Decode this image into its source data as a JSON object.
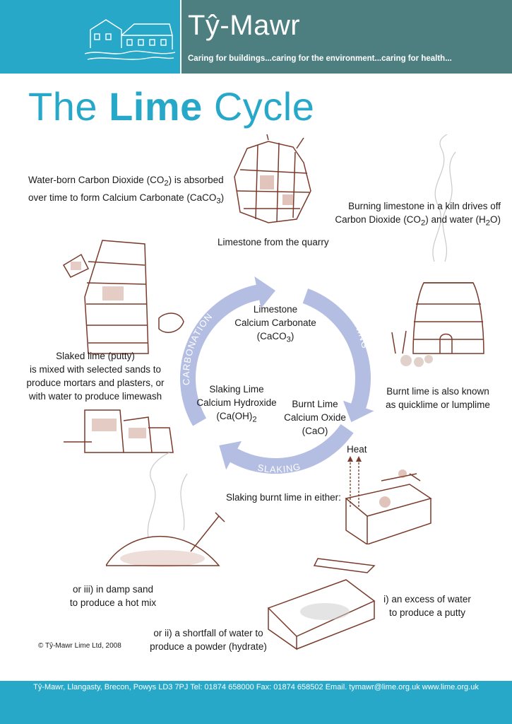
{
  "header": {
    "brand": "Tŷ-Mawr",
    "tagline": "Caring for buildings...caring for the environment...caring for health..."
  },
  "title": {
    "pre": "The ",
    "bold": "Lime",
    "post": " Cycle"
  },
  "cycle": {
    "arrow_color": "#b4bde2",
    "labels": {
      "carbonation": "CARBONATION",
      "burning": "BURNING",
      "slaking": "SLAKING"
    },
    "limestone": {
      "line1": "Limestone",
      "line2": "Calcium Carbonate",
      "formula_pre": "(CaCO",
      "formula_sub": "3",
      "formula_post": ")"
    },
    "burnt_lime": {
      "line1": "Burnt Lime",
      "line2": "Calcium Oxide",
      "line3": "(CaO)"
    },
    "slaking_lime": {
      "line1": "Slaking Lime",
      "line2": "Calcium Hydroxide",
      "formula_pre": "(Ca(OH)",
      "formula_sub": "2"
    }
  },
  "notes": {
    "carbonation_text": {
      "l1_pre": "Water-born Carbon Dioxide (CO",
      "l1_sub": "2",
      "l1_post": ") is absorbed",
      "l2_pre": "over time to form Calcium Carbonate (CaCO",
      "l2_sub": "3",
      "l2_post": ")"
    },
    "quarry": "Limestone from the quarry",
    "burning_text": {
      "l1": "Burning limestone in a kiln drives off",
      "l2_pre": "Carbon Dioxide (CO",
      "l2_sub": "2",
      "l2_mid": ") and water (H",
      "l2_sub2": "2",
      "l2_post": "O)"
    },
    "slaked_text": [
      "Slaked lime (putty)",
      "is mixed with selected sands to",
      "produce mortars and plasters, or",
      "with water to produce limewash"
    ],
    "burnt_known": [
      "Burnt lime is also known",
      "as quicklime or lumplime"
    ],
    "heat": "Heat",
    "slaking_either": "Slaking burnt lime in either:",
    "hot_mix": [
      "or iii) in damp sand",
      "to produce a hot mix"
    ],
    "putty": [
      "i) an excess of water",
      "to produce a putty"
    ],
    "powder": [
      "or ii) a shortfall of water to",
      "produce  a powder (hydrate)"
    ]
  },
  "copyright": "© Tŷ-Mawr Lime Ltd, 2008",
  "footer": "Tŷ-Mawr, Llangasty, Brecon, Powys LD3 7PJ  Tel: 01874 658000 Fax: 01874 658502  Email. tymawr@lime.org.uk  www.lime.org.uk"
}
